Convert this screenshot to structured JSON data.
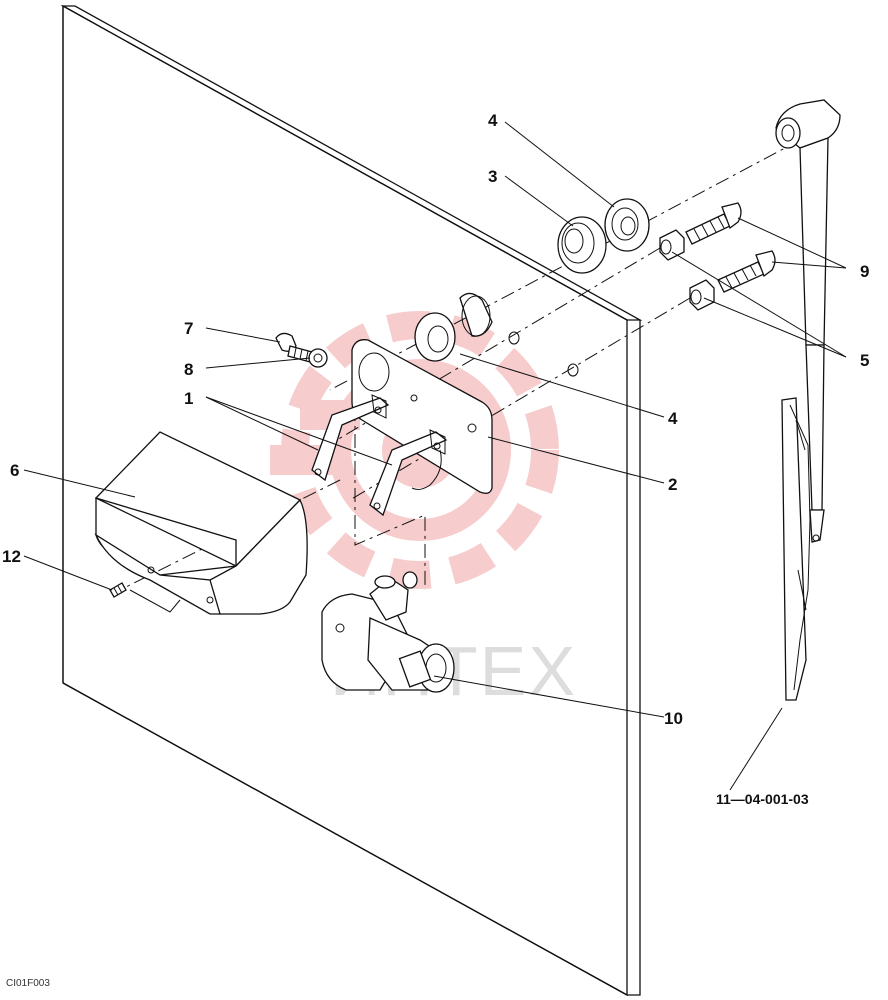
{
  "callouts": {
    "c1": "1",
    "c2": "2",
    "c3": "3",
    "c4a": "4",
    "c4b": "4",
    "c5": "5",
    "c6": "6",
    "c7": "7",
    "c8": "8",
    "c9": "9",
    "c10": "10",
    "c12": "12"
  },
  "reference": "11—04-001-03",
  "image_code": "CI01F003",
  "watermark": "ИНТЕХ",
  "colors": {
    "watermark_gear": "#f1a3a3",
    "watermark_text": "#cfcfcf",
    "line": "#111111"
  }
}
